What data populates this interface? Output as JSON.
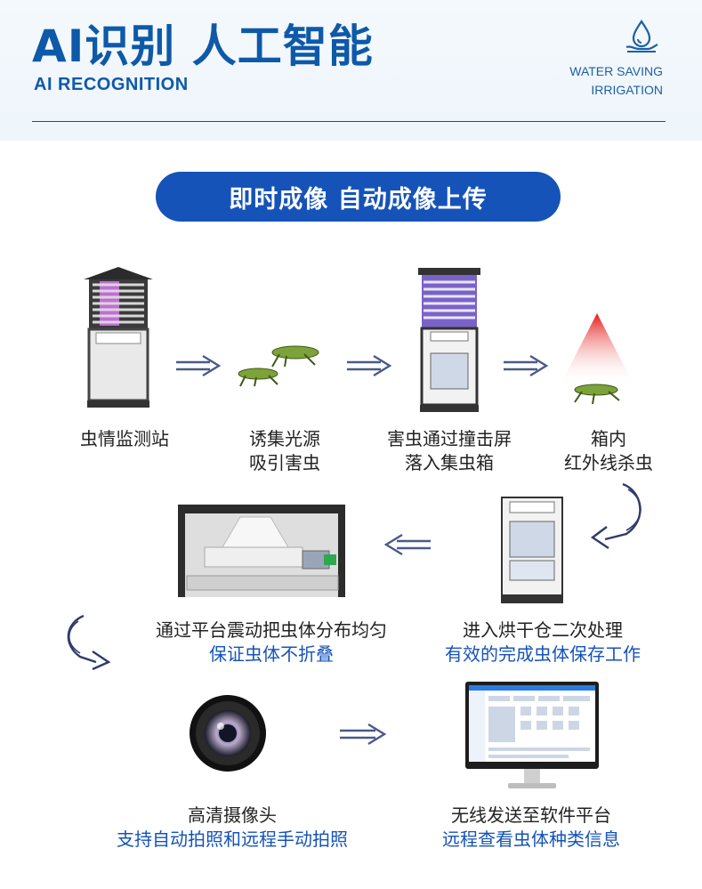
{
  "header": {
    "title": "AI识别 人工智能",
    "subtitle": "AI RECOGNITION",
    "brand_line1": "WATER SAVING",
    "brand_line2": "IRRIGATION",
    "brand_icon": "water-drop-hand-icon"
  },
  "banner": {
    "text": "即时成像 自动成像上传"
  },
  "steps": [
    {
      "line1": "虫情监测站",
      "line2": ""
    },
    {
      "line1": "诱集光源",
      "line2": "吸引害虫"
    },
    {
      "line1": "害虫通过撞击屏",
      "line2": "落入集虫箱"
    },
    {
      "line1": "箱内",
      "line2": "红外线杀虫"
    },
    {
      "line1": "进入烘干仓二次处理",
      "line2": "有效的完成虫体保存工作"
    },
    {
      "line1": "通过平台震动把虫体分布均匀",
      "line2": "保证虫体不折叠"
    },
    {
      "line1": "高清摄像头",
      "line2": "支持自动拍照和远程手动拍照"
    },
    {
      "line1": "无线发送至软件平台",
      "line2": "远程查看虫体种类信息"
    }
  ],
  "colors": {
    "primary": "#1553b8",
    "title": "#0e59a8",
    "text": "#222222"
  }
}
